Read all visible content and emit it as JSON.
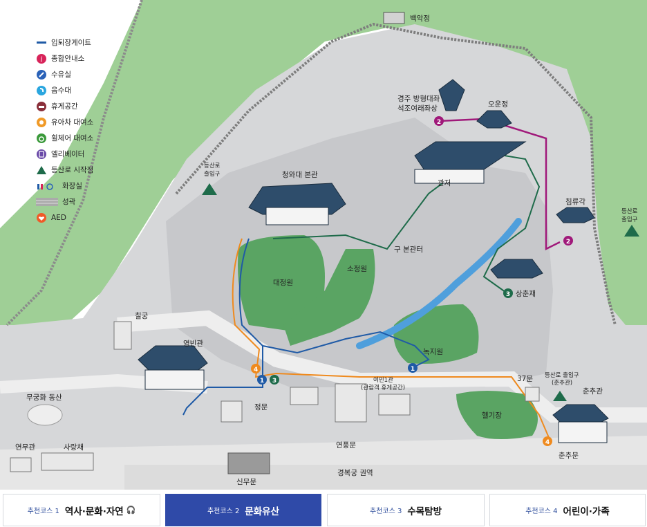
{
  "map": {
    "labels": {
      "baegakjeong": "백악정",
      "seokjo": [
        "경주 방형대좌",
        "석조여래좌상"
      ],
      "oh_un_jeong": "오운정",
      "gwanjeo": "관저",
      "chimnyugak": "침류각",
      "trail_left": [
        "등산로",
        "출입구"
      ],
      "trail_right": [
        "등산로",
        "출입구"
      ],
      "main_building": "청와대 본관",
      "old_main_site": "구 본관터",
      "daejeongwon": "대정원",
      "sojeongwon": "소정원",
      "sangchunjae": "상춘재",
      "nokjiwon": "녹지원",
      "chilgung": "칠궁",
      "yeongbingwan": "영빈관",
      "mugunghwa_hill": "무궁화 동산",
      "jeongmun": "정문",
      "yeonmugwan": "연무관",
      "sarangchae": "사랑채",
      "sinmumun": "신무문",
      "gyeongbokgung": "경복궁 권역",
      "yeonpungmun": "연풍문",
      "yeomin": [
        "여민1관",
        "(관람객 휴게공간)"
      ],
      "gate37": "37문",
      "helipad": "헬기장",
      "trail_chunchu": [
        "등산로 출입구",
        "(춘추관)"
      ],
      "chunchugwan": "춘추관",
      "chunchumun": "춘추문"
    },
    "route_markers": [
      "1",
      "2",
      "3",
      "4"
    ],
    "route_colors": {
      "course1": "#1f5aa6",
      "course2": "#a0197a",
      "course3": "#1e6b4a",
      "course4": "#ef8a1e"
    }
  },
  "legend": [
    {
      "icon": "entrance-gate-icon",
      "label": "입퇴장게이트"
    },
    {
      "icon": "info-center-icon",
      "label": "종합안내소"
    },
    {
      "icon": "water-station-icon",
      "label": "수유실"
    },
    {
      "icon": "drinking-fountain-icon",
      "label": "음수대"
    },
    {
      "icon": "rest-area-icon",
      "label": "휴게공간"
    },
    {
      "icon": "stroller-rental-icon",
      "label": "유아차 대여소"
    },
    {
      "icon": "wheelchair-rental-icon",
      "label": "휠체어 대여소"
    },
    {
      "icon": "elevator-icon",
      "label": "엘리베이터"
    },
    {
      "icon": "trail-start-icon",
      "label": "등산로 시작점"
    },
    {
      "icon": "restroom-icon",
      "label": "화장실"
    },
    {
      "icon": "fortress-wall-icon",
      "label": "성곽"
    },
    {
      "icon": "aed-icon",
      "label": "AED"
    }
  ],
  "tabs": [
    {
      "prefix": "추천코스 1",
      "name": "역사·문화·자연",
      "audio": "🎧"
    },
    {
      "prefix": "추천코스 2",
      "name": "문화유산"
    },
    {
      "prefix": "추천코스 3",
      "name": "수목탐방"
    },
    {
      "prefix": "추천코스 4",
      "name": "어린이·가족"
    }
  ]
}
